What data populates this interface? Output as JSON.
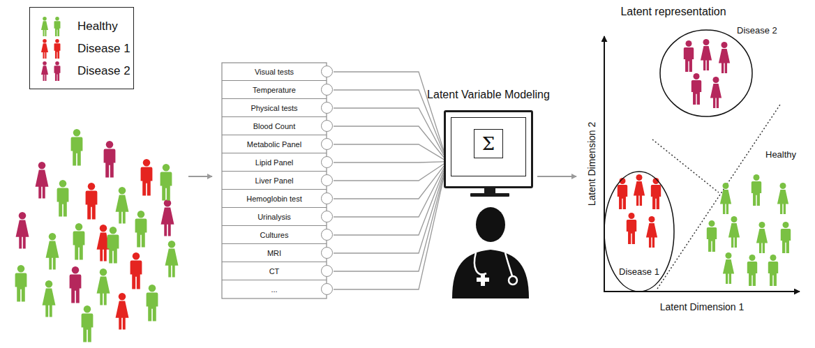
{
  "diagram": {
    "nodes": [
      {
        "text": [
          "Visual tests"
        ]
      },
      {
        "text": [
          "Temperature"
        ]
      },
      {
        "text": [
          "Physical tests"
        ]
      },
      {
        "text": [
          "Blood Count"
        ]
      },
      {
        "text": [
          "Metabolic Panel"
        ]
      },
      {
        "text": [
          "Lipid Panel"
        ]
      },
      {
        "text": [
          "Liver Panel"
        ]
      },
      {
        "text": [
          "Hemoglobin test"
        ]
      },
      {
        "text": [
          "Urinalysis"
        ]
      },
      {
        "text": [
          "Cultures"
        ]
      },
      {
        "text": [
          "MRI"
        ]
      },
      {
        "text": [
          "CT"
        ]
      },
      {
        "text": [
          "..."
        ]
      },
      {
        "text": [
          "Latent Variable Modeling",
          "Σ"
        ]
      },
      {
        "text": [
          "Disease 2"
        ]
      },
      {
        "text": [
          "Disease 1"
        ]
      }
    ],
    "edges": [
      {
        "from": 0,
        "to": 13,
        "arrow": "none"
      },
      {
        "from": 1,
        "to": 13,
        "arrow": "none"
      },
      {
        "from": 2,
        "to": 13,
        "arrow": "none"
      },
      {
        "from": 3,
        "to": 13,
        "arrow": "none"
      },
      {
        "from": 4,
        "to": 13,
        "arrow": "none"
      },
      {
        "from": 5,
        "to": 13,
        "arrow": "none"
      },
      {
        "from": 6,
        "to": 13,
        "arrow": "none"
      },
      {
        "from": 7,
        "to": 13,
        "arrow": "none"
      },
      {
        "from": 8,
        "to": 13,
        "arrow": "none"
      },
      {
        "from": 9,
        "to": 13,
        "arrow": "none"
      },
      {
        "from": 10,
        "to": 13,
        "arrow": "none"
      },
      {
        "from": 11,
        "to": 13,
        "arrow": "none"
      },
      {
        "from": 12,
        "to": 13,
        "arrow": "none"
      }
    ],
    "labels": [
      "Latent representation",
      "Latent Dimension 2",
      "Latent Dimension 1",
      "Healthy"
    ],
    "legend": [
      {
        "text": "Healthy",
        "color": "#7ac143"
      },
      {
        "text": "Disease 1",
        "color": "#e52420"
      },
      {
        "text": "Disease 2",
        "color": "#b5275c"
      }
    ]
  }
}
